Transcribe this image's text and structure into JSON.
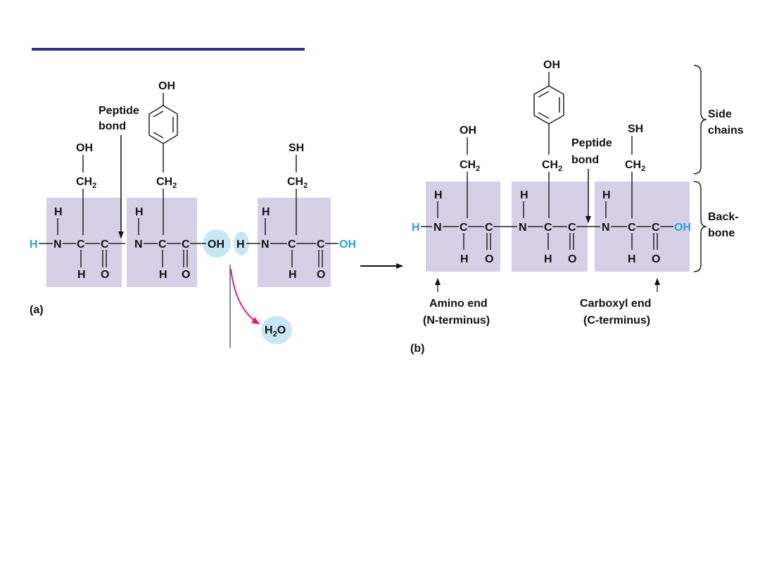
{
  "slide": {
    "title_rule_color": "#2e3192"
  },
  "colors": {
    "terminal_group": "#29a3dc",
    "residue_box": "#d5d0e6",
    "water_bubble": "#c7e7f6",
    "water_arrow": "#e0237a",
    "ink": "#111111"
  },
  "panel_a": {
    "label": "(a)",
    "peptide_bond_label_1": "Peptide",
    "peptide_bond_label_2": "bond",
    "residue1": {
      "side_oh": "OH",
      "side_ch": "CH",
      "side_sub": "2"
    },
    "residue2": {
      "side_oh": "OH",
      "side_ch": "CH",
      "side_sub": "2"
    },
    "residue3": {
      "side_sh": "SH",
      "side_ch": "CH",
      "side_sub": "2"
    },
    "atoms": {
      "H": "H",
      "N": "N",
      "C": "C",
      "O": "O",
      "OH": "OH"
    },
    "water": {
      "h": "H",
      "sub": "2",
      "o": "O"
    }
  },
  "panel_b": {
    "label": "(b)",
    "peptide_bond_label_1": "Peptide",
    "peptide_bond_label_2": "bond",
    "side_chains_label_1": "Side",
    "side_chains_label_2": "chains",
    "backbone_label_1": "Back-",
    "backbone_label_2": "bone",
    "amino_end_1": "Amino end",
    "amino_end_2": "(N-terminus)",
    "carboxyl_end_1": "Carboxyl end",
    "carboxyl_end_2": "(C-terminus)",
    "residue1": {
      "side_oh": "OH",
      "side_ch": "CH",
      "side_sub": "2"
    },
    "residue2": {
      "side_oh": "OH",
      "side_ch": "CH",
      "side_sub": "2"
    },
    "residue3": {
      "side_sh": "SH",
      "side_ch": "CH",
      "side_sub": "2"
    },
    "atoms": {
      "H": "H",
      "N": "N",
      "C": "C",
      "O": "O",
      "OH": "OH"
    }
  }
}
